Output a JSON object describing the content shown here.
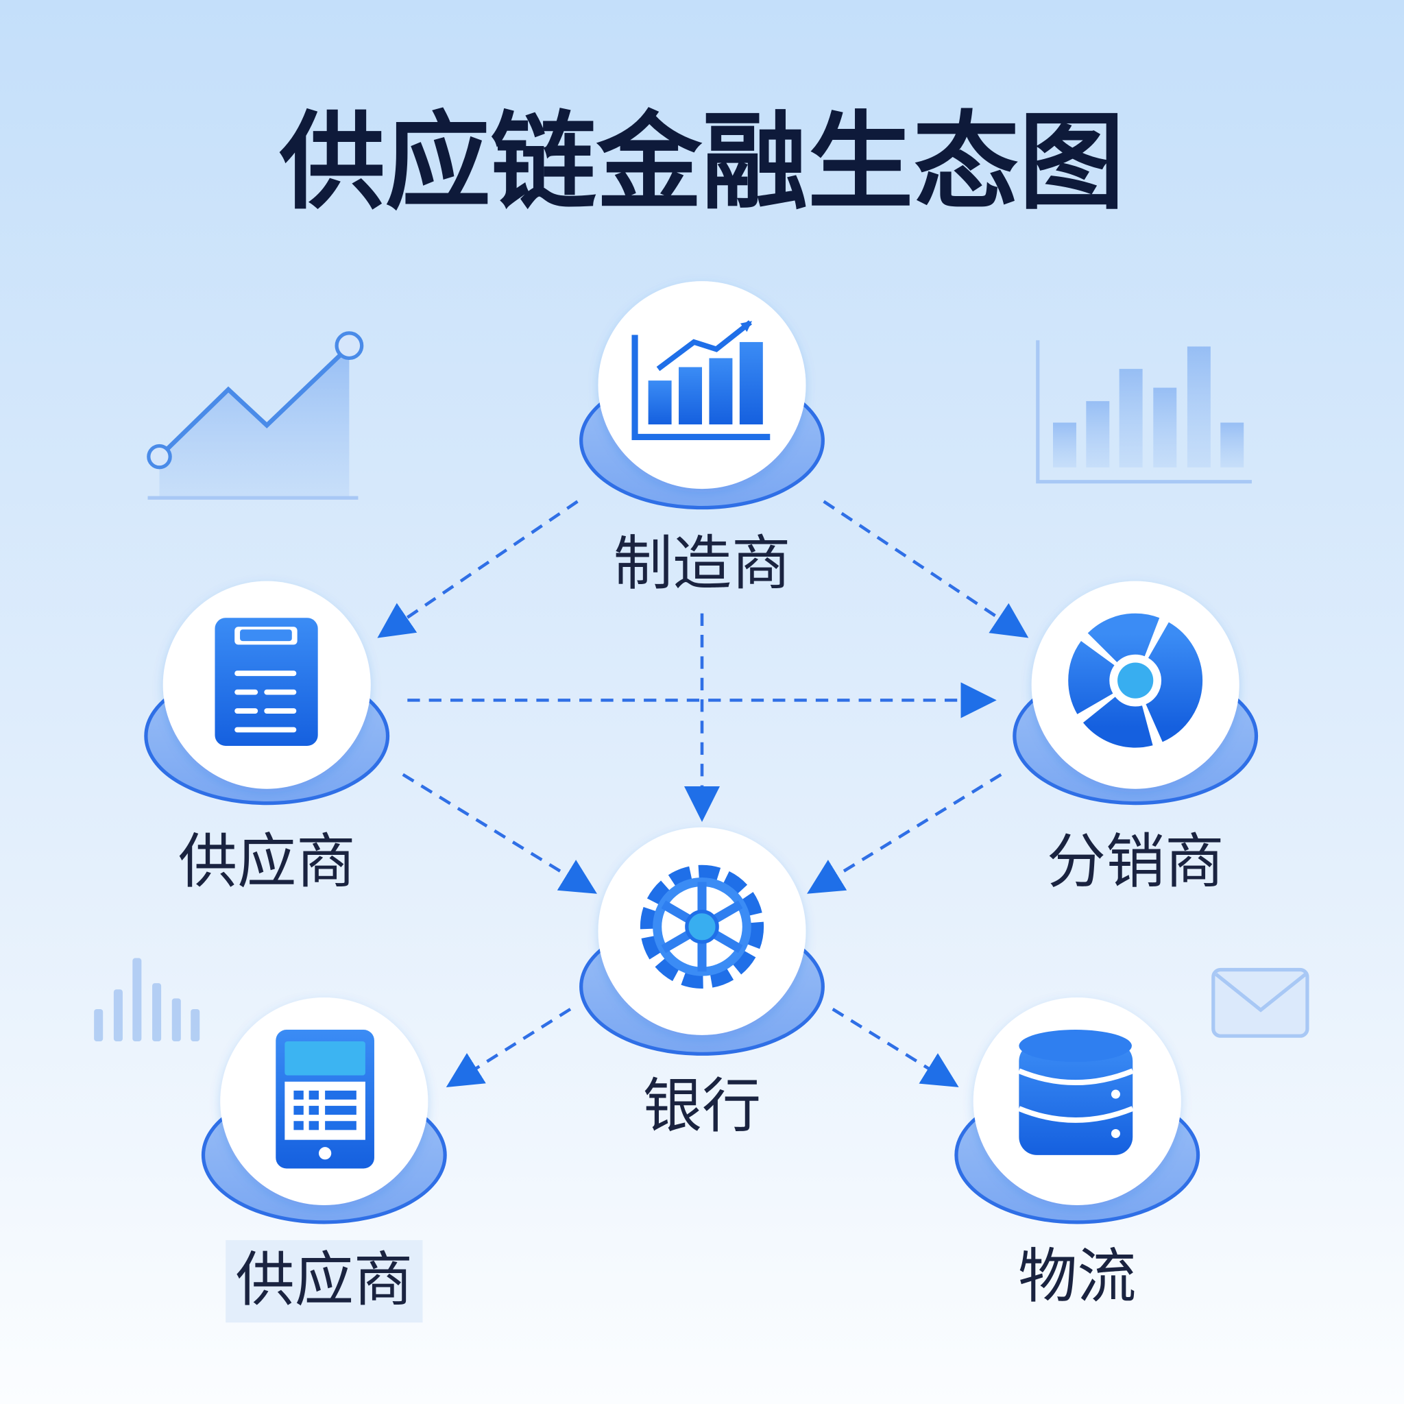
{
  "title": "供应链金融生态图",
  "nodes": {
    "manufacturer": {
      "label": "制造商",
      "icon": "bar-chart-growth-icon"
    },
    "supplier_top": {
      "label": "供应商",
      "icon": "clipboard-icon"
    },
    "distributor": {
      "label": "分销商",
      "icon": "donut-chart-icon"
    },
    "bank": {
      "label": "银行",
      "icon": "gear-icon"
    },
    "supplier_bottom": {
      "label": "供应商",
      "icon": "calculator-icon"
    },
    "logistics": {
      "label": "物流",
      "icon": "database-icon"
    }
  },
  "colors": {
    "accent": "#1f6fe8",
    "title": "#0e1a3a",
    "background_top": "#c4dffa",
    "background_bottom": "#ffffff"
  }
}
